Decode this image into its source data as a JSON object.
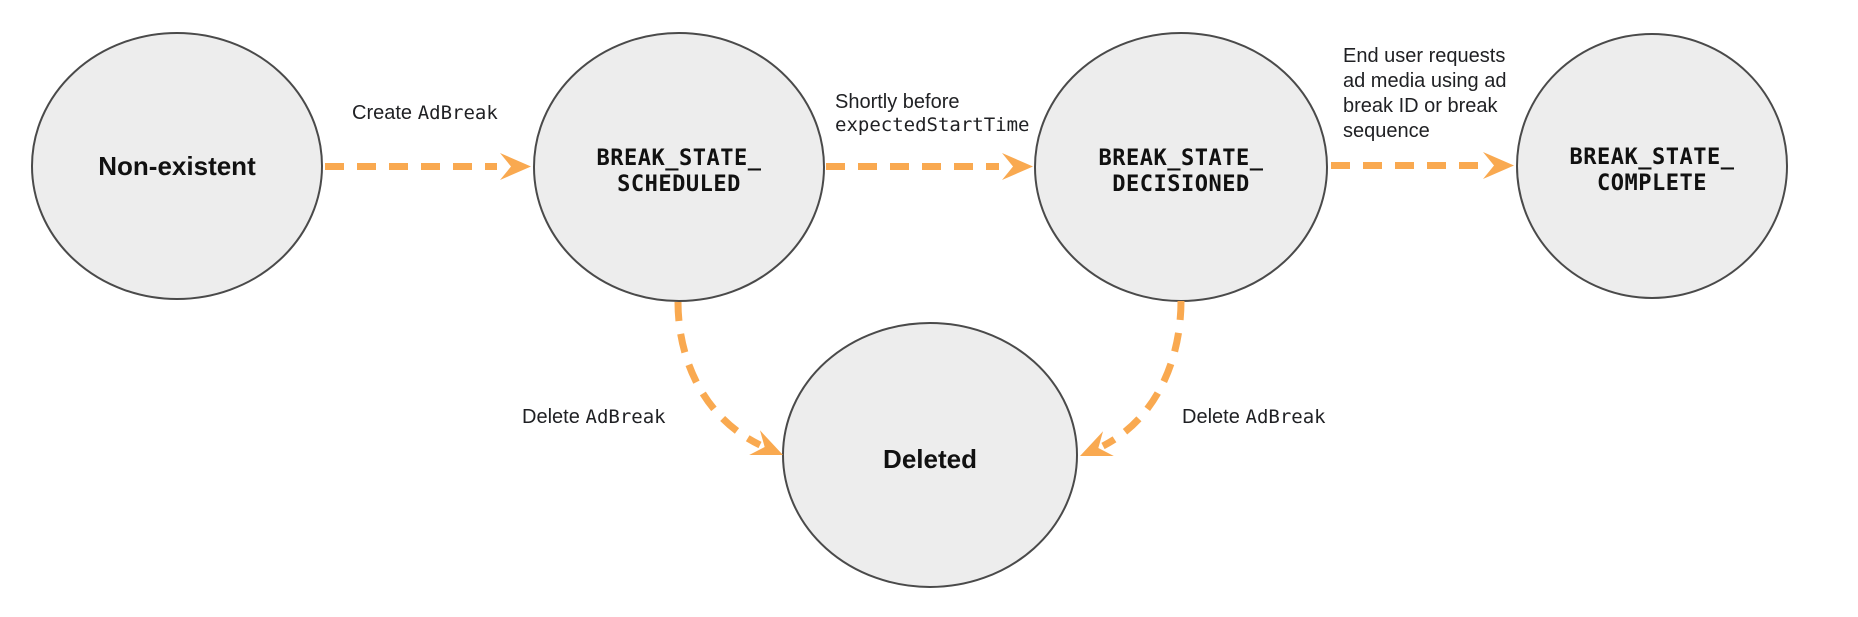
{
  "nodes": {
    "non_existent": {
      "label": "Non-existent"
    },
    "scheduled": {
      "line1": "BREAK_STATE_",
      "line2": "SCHEDULED"
    },
    "decisioned": {
      "line1": "BREAK_STATE_",
      "line2": "DECISIONED"
    },
    "complete": {
      "line1": "BREAK_STATE_",
      "line2": "COMPLETE"
    },
    "deleted": {
      "label": "Deleted"
    }
  },
  "edges": {
    "create": {
      "sans": "Create",
      "mono": "AdBreak"
    },
    "shortly": {
      "sans_line": "Shortly before",
      "mono_line": "expectedStartTime"
    },
    "end_user": {
      "lines": [
        "End user requests",
        "ad media using ad",
        "break ID or break",
        "sequence"
      ]
    },
    "delete_left": {
      "sans": "Delete",
      "mono": "AdBreak"
    },
    "delete_right": {
      "sans": "Delete",
      "mono": "AdBreak"
    }
  },
  "colors": {
    "arrow": "#F9A950",
    "node_fill": "#EDEDED",
    "node_stroke": "#4A4A4A",
    "node_text": "#111111",
    "edge_text": "#202124",
    "bg": "#FFFFFF"
  }
}
